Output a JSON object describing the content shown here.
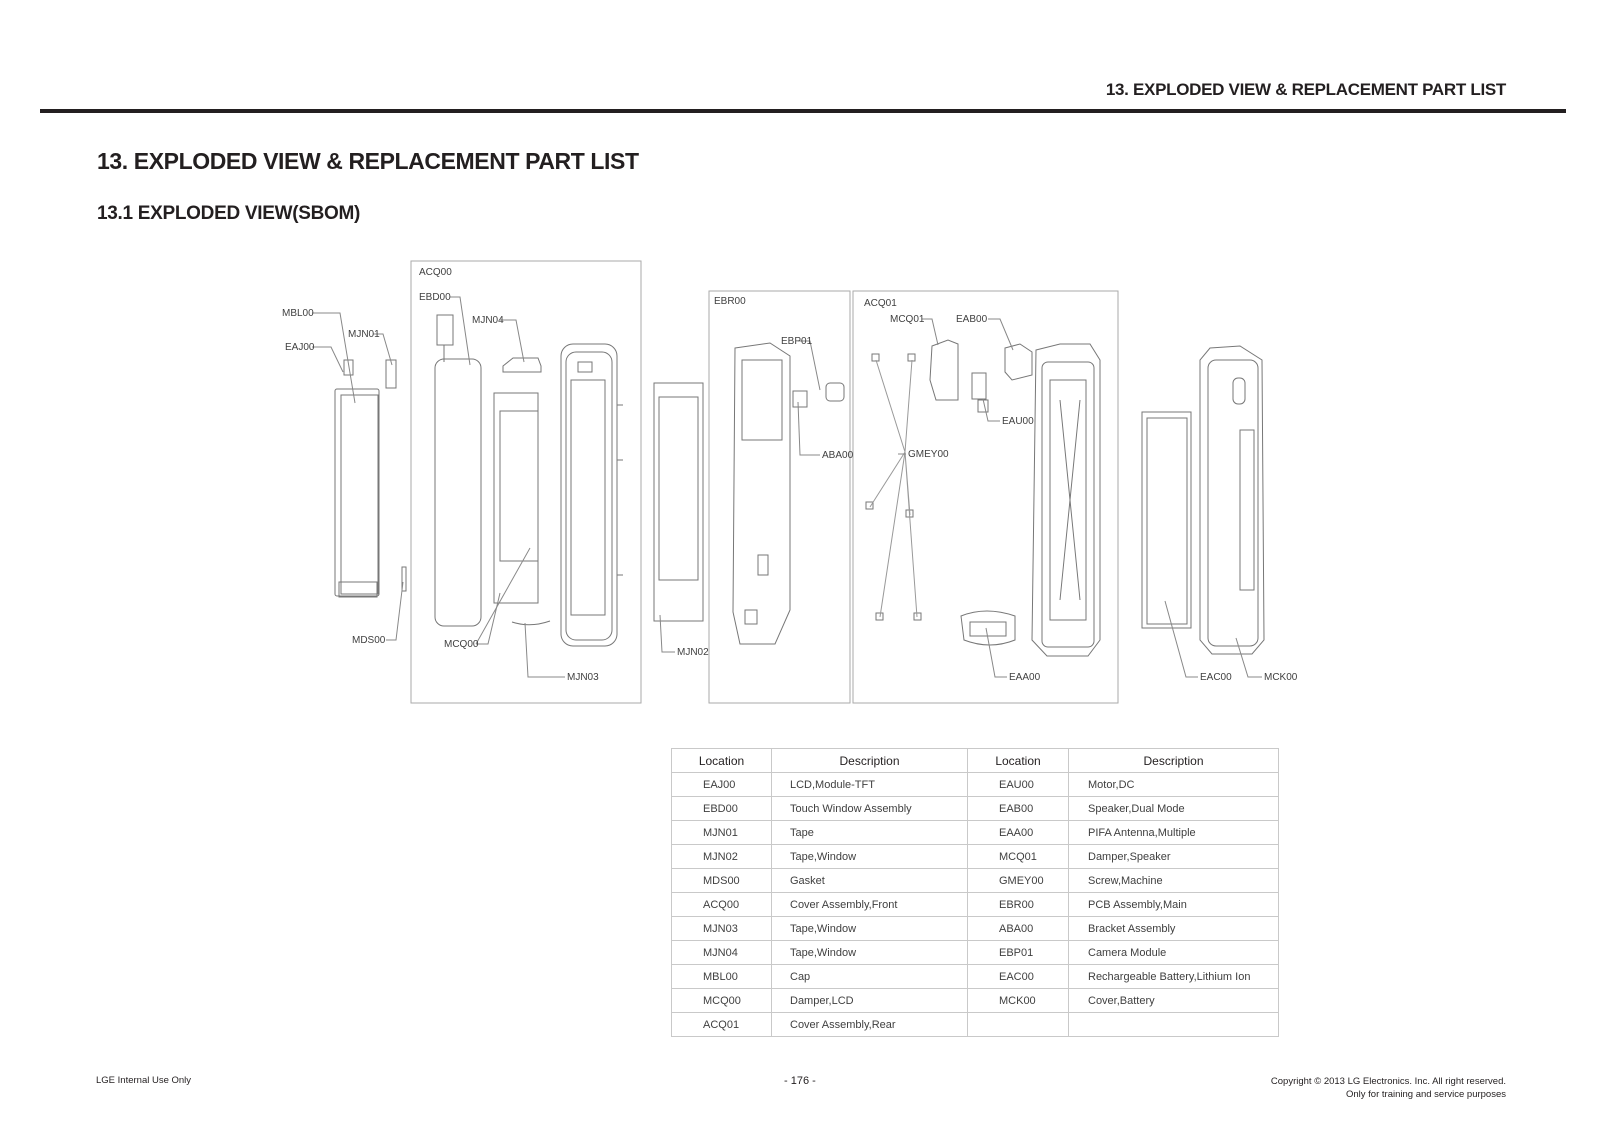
{
  "header": {
    "title": "13. EXPLODED VIEW & REPLACEMENT PART LIST"
  },
  "page_title": "13. EXPLODED VIEW & REPLACEMENT PART LIST",
  "section_title": "13.1 EXPLODED VIEW(SBOM)",
  "diagram_labels": {
    "mbl00": "MBL00",
    "eaj00": "EAJ00",
    "mjn01": "MJN01",
    "mds00": "MDS00",
    "acq00": "ACQ00",
    "ebd00": "EBD00",
    "mjn04": "MJN04",
    "mcq00": "MCQ00",
    "mjn03": "MJN03",
    "mjn02": "MJN02",
    "ebr00": "EBR00",
    "ebp01": "EBP01",
    "aba00": "ABA00",
    "acq01": "ACQ01",
    "mcq01": "MCQ01",
    "eab00": "EAB00",
    "eau00": "EAU00",
    "gmey00": "GMEY00",
    "eaa00": "EAA00",
    "eac00": "EAC00",
    "mck00": "MCK00"
  },
  "parts_table": {
    "headers": [
      "Location",
      "Description",
      "Location",
      "Description"
    ],
    "rows": [
      [
        "EAJ00",
        "LCD,Module-TFT",
        "EAU00",
        "Motor,DC"
      ],
      [
        "EBD00",
        "Touch Window Assembly",
        "EAB00",
        "Speaker,Dual Mode"
      ],
      [
        "MJN01",
        "Tape",
        "EAA00",
        "PIFA Antenna,Multiple"
      ],
      [
        "MJN02",
        "Tape,Window",
        "MCQ01",
        "Damper,Speaker"
      ],
      [
        "MDS00",
        "Gasket",
        "GMEY00",
        "Screw,Machine"
      ],
      [
        "ACQ00",
        "Cover Assembly,Front",
        "EBR00",
        "PCB Assembly,Main"
      ],
      [
        "MJN03",
        "Tape,Window",
        "ABA00",
        "Bracket Assembly"
      ],
      [
        "MJN04",
        "Tape,Window",
        "EBP01",
        "Camera Module"
      ],
      [
        "MBL00",
        "Cap",
        "EAC00",
        "Rechargeable Battery,Lithium Ion"
      ],
      [
        "MCQ00",
        "Damper,LCD",
        "MCK00",
        "Cover,Battery"
      ],
      [
        "ACQ01",
        "Cover Assembly,Rear",
        "",
        ""
      ]
    ]
  },
  "footer": {
    "left": "LGE Internal Use Only",
    "page": "- 176 -",
    "copyright": "Copyright © 2013 LG Electronics. Inc. All right reserved.",
    "note": "Only for training and service purposes"
  }
}
